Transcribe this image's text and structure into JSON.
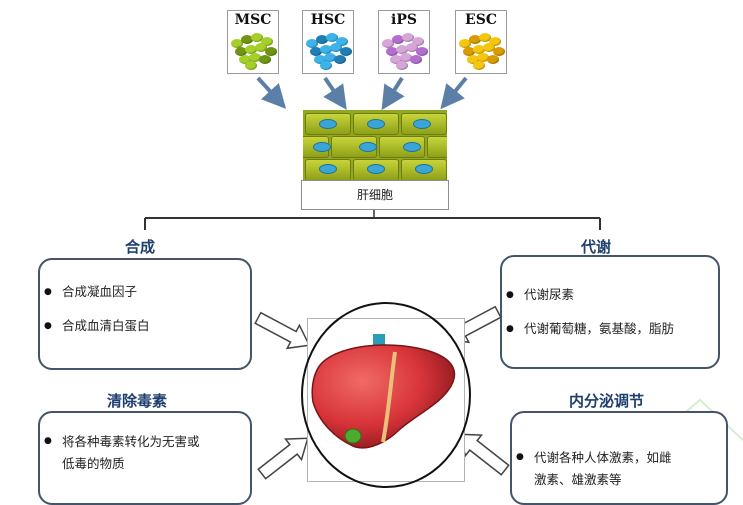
{
  "stem_cells": [
    {
      "label": "MSC",
      "color": "#a6cf2a",
      "dark": "#6f9512"
    },
    {
      "label": "HSC",
      "color": "#3cb4ea",
      "dark": "#1f7fb4"
    },
    {
      "label": "iPS",
      "color": "#d7a6d9",
      "dark": "#b46dd0"
    },
    {
      "label": "ESC",
      "color": "#f6c60e",
      "dark": "#d89b00"
    }
  ],
  "hepatocyte_label": "肝细胞",
  "sections": {
    "synthesis": {
      "title": "合成",
      "items": [
        "合成凝血因子",
        "合成血清白蛋白"
      ]
    },
    "metabolism": {
      "title": "代谢",
      "items": [
        "代谢尿素",
        "代谢葡萄糖，氨基酸，脂肪"
      ]
    },
    "detox": {
      "title": "清除毒素",
      "items": [
        "将各种毒素转化为无害或",
        "低毒的物质"
      ]
    },
    "endocrine": {
      "title": "内分泌调节",
      "items": [
        "代谢各种人体激素，如雌",
        "激素、雄激素等"
      ]
    }
  },
  "colors": {
    "arrow": "#5b7fa6",
    "box_border": "#44546a",
    "title": "#1f3f6e",
    "liver": "#d8343a",
    "gallbladder": "#4caa2e",
    "vessel": "#2a9db8"
  }
}
